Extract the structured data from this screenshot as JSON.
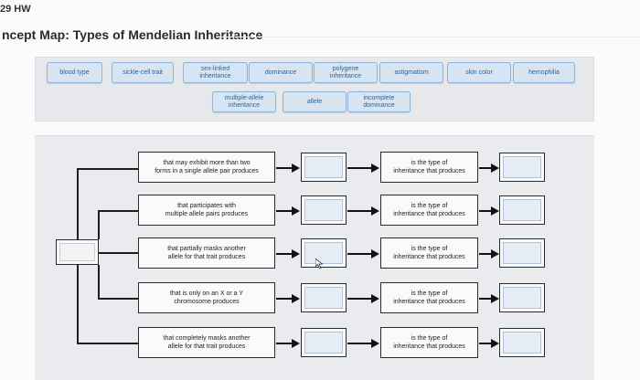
{
  "header": {
    "top_label": "29 HW",
    "title": "ncept Map: Types of Mendelian Inheritance"
  },
  "word_bank": {
    "row1": [
      "blood type",
      "sickle-cell trait",
      "sex-linked\ninheritance",
      "dominance",
      "polygene\ninheritance",
      "astigmatism",
      "skin color",
      "hemophilia"
    ],
    "row2": [
      "multiple-allele\ninheritance",
      "allele",
      "incomplete\ndominance"
    ]
  },
  "map": {
    "conditions": [
      "that may exhibit more than two\nforms in a single allele pair produces",
      "that participates with\nmultiple allele pairs produces",
      "that partially masks another\nallele for that trait produces",
      "that is only on an X or a Y\nchromosome produces",
      "that completely masks another\nallele for that trait produces"
    ],
    "type_text": "is the type of\ninheritance that produces"
  },
  "colors": {
    "chip_fill": "#d7e5f3",
    "chip_border": "#8fb2d6",
    "chip_text": "#355f8c",
    "slot_fill": "#e7edf4"
  }
}
